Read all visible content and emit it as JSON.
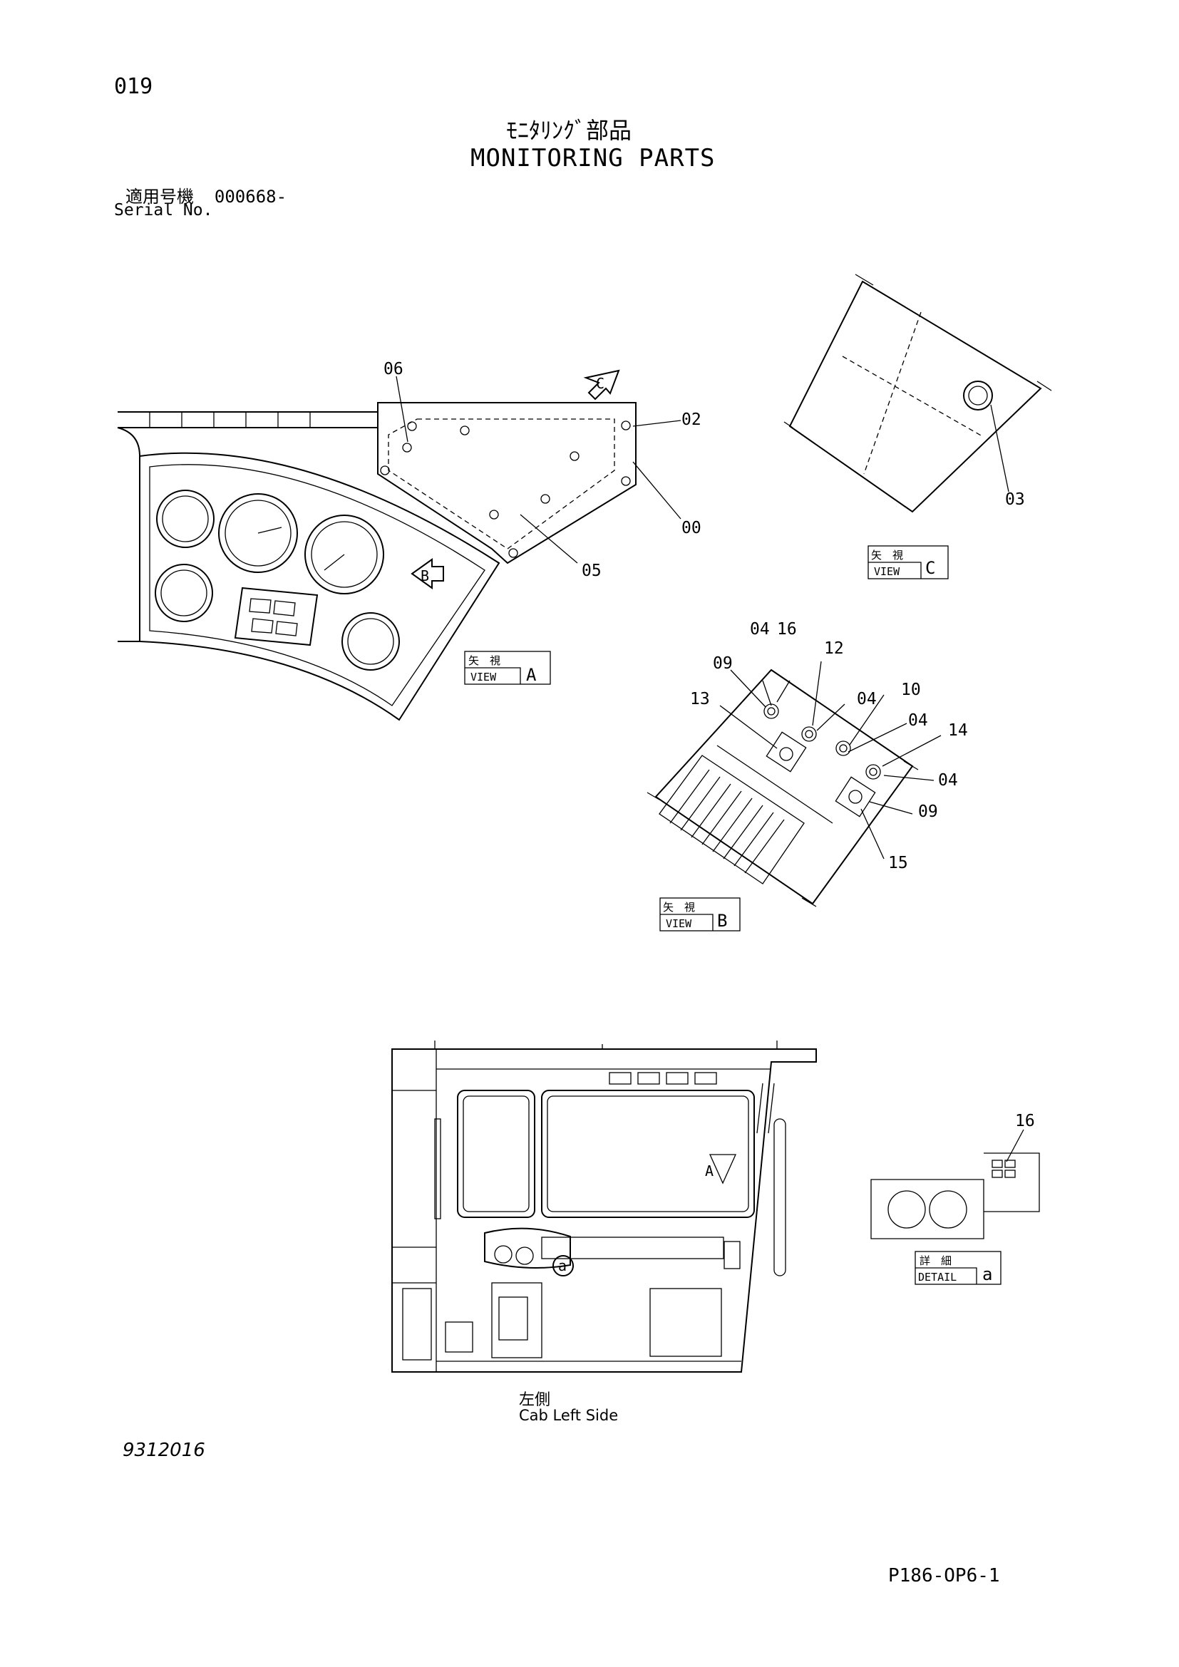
{
  "header": {
    "page_number": "019",
    "title_jp": "ﾓﾆﾀﾘﾝｸﾞ部品",
    "title_en": "MONITORING PARTS",
    "serial_label_jp": "適用号機",
    "serial_value": "000668-",
    "serial_label_en": "Serial No."
  },
  "views": {
    "view_a": {
      "jp": "矢　視",
      "en": "VIEW",
      "letter": "A"
    },
    "view_b": {
      "jp": "矢　視",
      "en": "VIEW",
      "letter": "B"
    },
    "view_c": {
      "jp": "矢　視",
      "en": "VIEW",
      "letter": "C"
    },
    "detail_a": {
      "jp": "詳　細",
      "en": "DETAIL",
      "letter": "a"
    }
  },
  "direction_arrows": {
    "b": "B",
    "c": "C",
    "a": "A"
  },
  "callouts": {
    "view_a": [
      "06",
      "02",
      "00",
      "05"
    ],
    "view_c": [
      "03"
    ],
    "view_b": [
      "04",
      "16",
      "12",
      "09",
      "04",
      "10",
      "13",
      "04",
      "14",
      "04",
      "09",
      "15"
    ],
    "detail": [
      "16"
    ],
    "cab": [
      "a"
    ]
  },
  "cab": {
    "caption_jp": "左側",
    "caption_en": "Cab Left Side"
  },
  "footer": {
    "drawing_number": "9312016",
    "page_code": "P186-OP6-1"
  }
}
